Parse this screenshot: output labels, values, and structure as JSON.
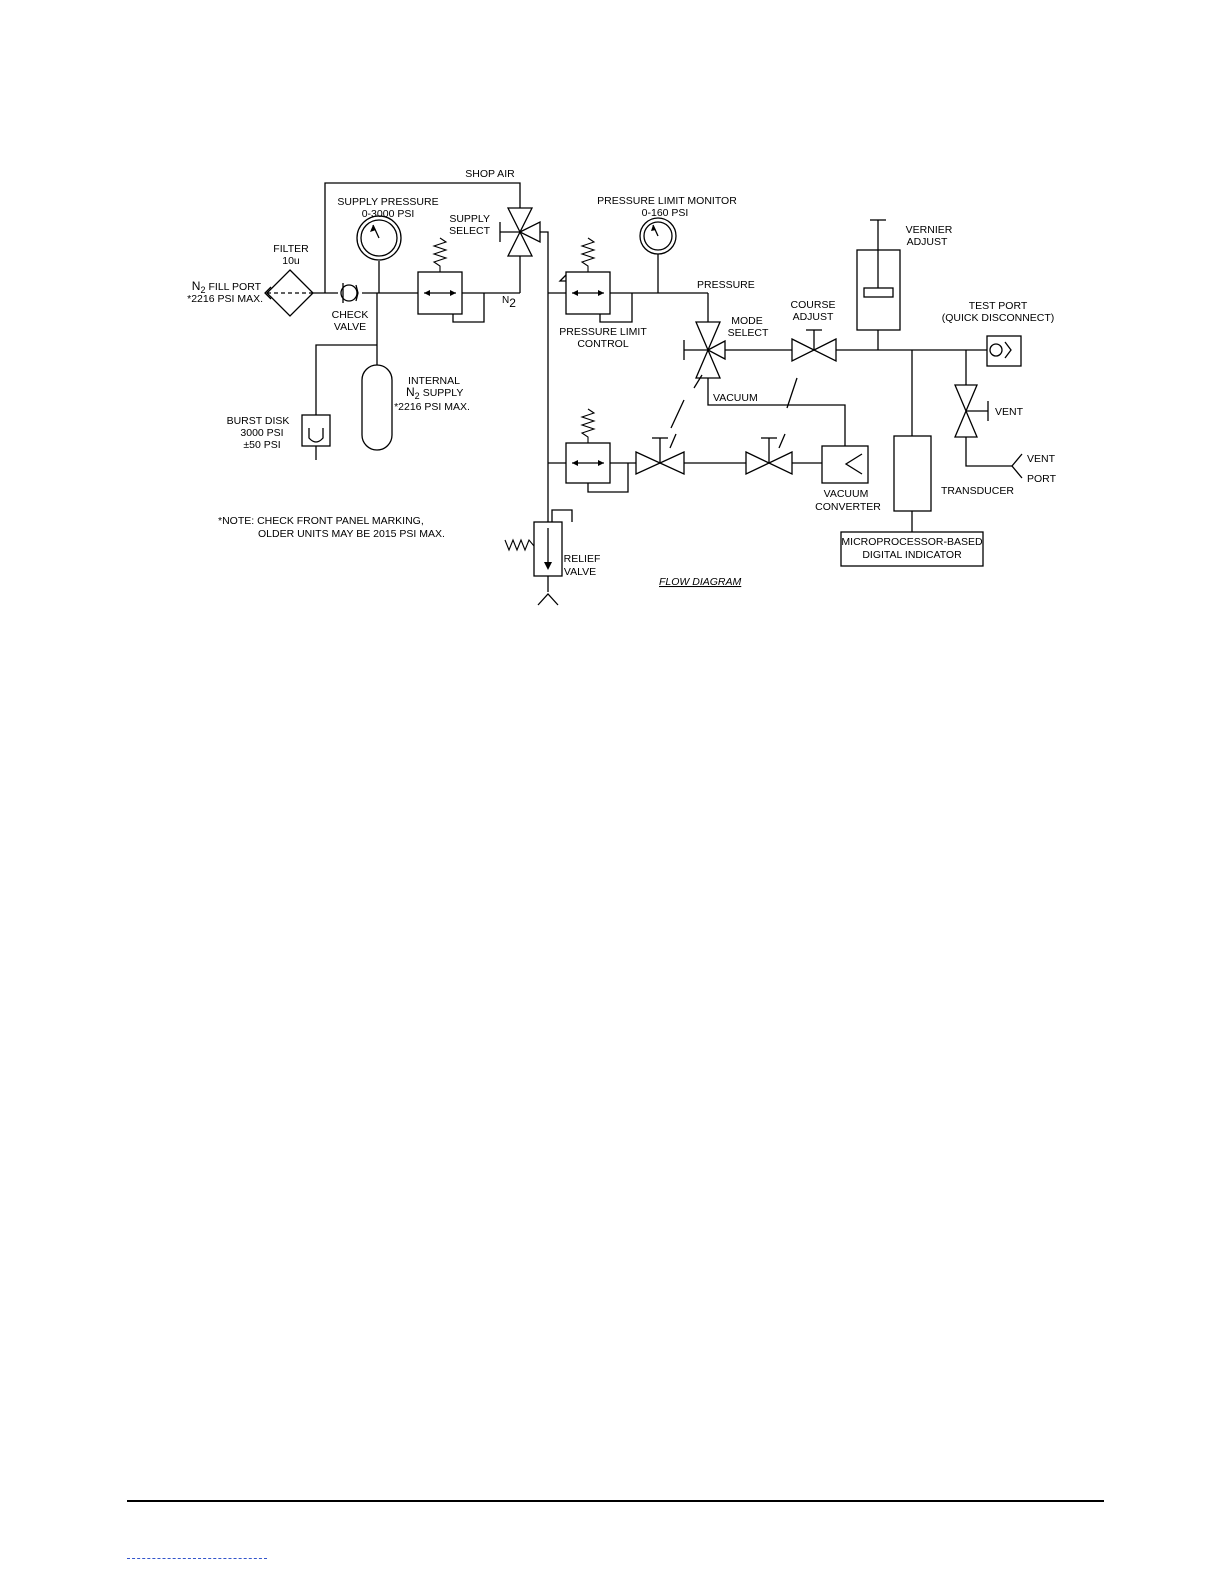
{
  "labels": {
    "shop_air": "SHOP AIR",
    "supply_pressure": "SUPPLY PRESSURE",
    "supply_pressure_range": "0-3000 PSI",
    "supply_select_1": "SUPPLY",
    "supply_select_2": "SELECT",
    "filter_1": "FILTER",
    "filter_2": "10u",
    "fill_port_n": "N",
    "fill_port_sub": "2",
    "fill_port_1": "FILL PORT",
    "fill_port_2": "*2216 PSI MAX.",
    "check_valve_1": "CHECK",
    "check_valve_2": "VALVE",
    "n2_n": "N",
    "n2_sub": "2",
    "internal_supply_1": "INTERNAL",
    "internal_supply_n": "N",
    "internal_supply_sub": "2",
    "internal_supply_2": "SUPPLY",
    "internal_supply_3": "*2216 PSI MAX.",
    "burst_disk_1": "BURST DISK",
    "burst_disk_2": "3000 PSI",
    "burst_disk_3": "±50 PSI",
    "note_1": "*NOTE: CHECK FRONT PANEL MARKING,",
    "note_2": "OLDER UNITS MAY BE 2015 PSI MAX.",
    "pressure_limit_monitor": "PRESSURE LIMIT MONITOR",
    "pressure_limit_monitor_range": "0-160 PSI",
    "pressure": "PRESSURE",
    "pressure_limit_control_1": "PRESSURE LIMIT",
    "pressure_limit_control_2": "CONTROL",
    "mode_select_1": "MODE",
    "mode_select_2": "SELECT",
    "vacuum": "VACUUM",
    "course_adjust_1": "COURSE",
    "course_adjust_2": "ADJUST",
    "vernier_adjust_1": "VERNIER",
    "vernier_adjust_2": "ADJUST",
    "test_port_1": "TEST PORT",
    "test_port_2": "(QUICK DISCONNECT)",
    "vent": "VENT",
    "vent_port_1": "VENT",
    "vent_port_2": "PORT",
    "transducer": "TRANSDUCER",
    "vacuum_converter_1": "VACUUM",
    "vacuum_converter_2": "CONVERTER",
    "indicator_1": "MICROPROCESSOR-BASED",
    "indicator_2": "DIGITAL INDICATOR",
    "relief_valve_1": "RELIEF",
    "relief_valve_2": "VALVE",
    "flow_diagram": "FLOW DIAGRAM"
  }
}
